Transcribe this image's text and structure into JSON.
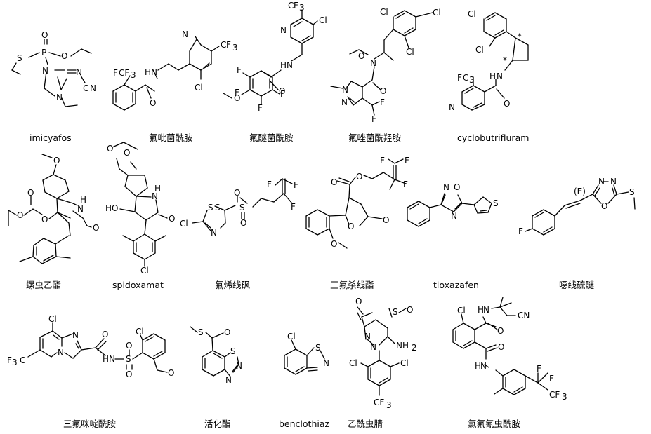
{
  "compounds": [
    {
      "label": "imicyafos",
      "atoms": [
        "S",
        "P",
        "O",
        "O",
        "N",
        "N",
        "N",
        "C",
        "N"
      ]
    },
    {
      "label": "氟吡菌酰胺",
      "atoms": [
        "F",
        "CF",
        "3",
        "N",
        "N",
        "H",
        "Cl",
        "C",
        "F",
        "3",
        "O"
      ]
    },
    {
      "label": "氟醚菌酰胺",
      "atoms": [
        "C",
        "F",
        "3",
        "N",
        "Cl",
        "H",
        "N",
        "F",
        "F",
        "O",
        "O",
        "F",
        "F"
      ]
    },
    {
      "label": "氟唑菌酰羟胺",
      "atoms": [
        "Cl",
        "Cl",
        "Cl",
        "O",
        "N",
        "N",
        "N",
        "O",
        "F",
        "F"
      ]
    },
    {
      "label": "cyclobutrifluram",
      "atoms": [
        "Cl",
        "Cl",
        "*",
        "*",
        "H",
        "N",
        "F",
        "3",
        "C",
        "N",
        "O"
      ]
    },
    {
      "label": "螺虫乙酯",
      "atoms": [
        "O",
        "O",
        "O",
        "O",
        "H",
        "N",
        "O"
      ]
    },
    {
      "label": "spidoxamat",
      "atoms": [
        "O",
        "O",
        "H",
        "N",
        "HO",
        "O",
        "Cl"
      ]
    },
    {
      "label": "氟烯线砜",
      "atoms": [
        "F",
        "F",
        "F",
        "O",
        "S",
        "O",
        "Cl",
        "S",
        "S",
        "N"
      ]
    },
    {
      "label": "三氟杀线酯",
      "atoms": [
        "F",
        "F",
        "O",
        "O",
        "F",
        "O",
        "O",
        "O"
      ]
    },
    {
      "label": "tioxazafen",
      "atoms": [
        "N",
        "O",
        "N",
        "S"
      ]
    },
    {
      "label": "噁线硫醚",
      "atoms": [
        "(E)",
        "N",
        "N",
        "O",
        "S",
        "F"
      ]
    },
    {
      "label": "三氟咪啶酰胺",
      "atoms": [
        "Cl",
        "Cl",
        "N",
        "O",
        "F",
        "3",
        "C",
        "N",
        "HN",
        "S",
        "O",
        "O",
        "O"
      ]
    },
    {
      "label": "活化酯",
      "atoms": [
        "S",
        "O",
        "S",
        "N",
        "N"
      ]
    },
    {
      "label": "benclothiaz",
      "atoms": [
        "Cl",
        "S",
        "N"
      ]
    },
    {
      "label": "乙酰虫腈",
      "atoms": [
        "O",
        "S",
        "O",
        "N",
        "NH",
        "2",
        "N",
        "Cl",
        "Cl",
        "CF",
        "3"
      ]
    },
    {
      "label": "氯氟氰虫酰胺",
      "atoms": [
        "Cl",
        "H",
        "N",
        "CN",
        "O",
        "O",
        "H",
        "N",
        "F",
        "F",
        "CF",
        "3"
      ]
    }
  ]
}
